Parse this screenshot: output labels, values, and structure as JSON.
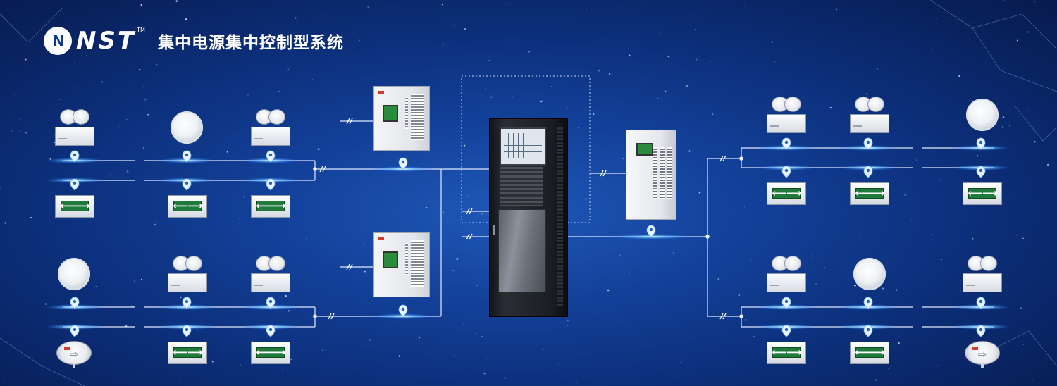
{
  "header": {
    "logo_mark": "N",
    "brand": "NST",
    "trademark": "TM",
    "title": "集中电源集中控制型系统"
  },
  "devices": {
    "exit_sign_symbol": "⟵⟶",
    "floor_light_symbol": "⇨"
  },
  "colors": {
    "background_center": "#1f58b8",
    "background_edge": "#071a4d",
    "wire": "#dfe9ff",
    "node_glow": "#3fa9ff",
    "exit_sign_green": "#1f7a3c"
  },
  "icons": [
    "location-pin-icon",
    "twin-emergency-light-icon",
    "round-light-icon",
    "exit-sign-icon",
    "floor-marker-light-icon",
    "distribution-box-icon",
    "ups-cabinet-icon",
    "controller-rack-icon"
  ]
}
